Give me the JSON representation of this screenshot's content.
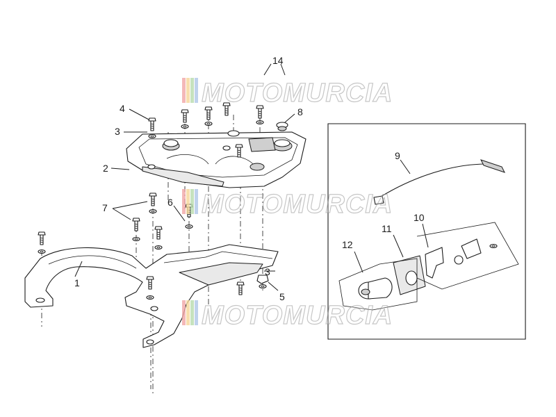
{
  "diagram": {
    "callouts": [
      "1",
      "2",
      "3",
      "4",
      "5",
      "6",
      "7",
      "8",
      "9",
      "10",
      "11",
      "12",
      "3",
      "14"
    ]
  },
  "watermark": {
    "text": "MOTOMURCIA",
    "stripe_colors": [
      "#f2a7a7",
      "#f6d79a",
      "#b9dcae",
      "#b0c7e8"
    ]
  }
}
